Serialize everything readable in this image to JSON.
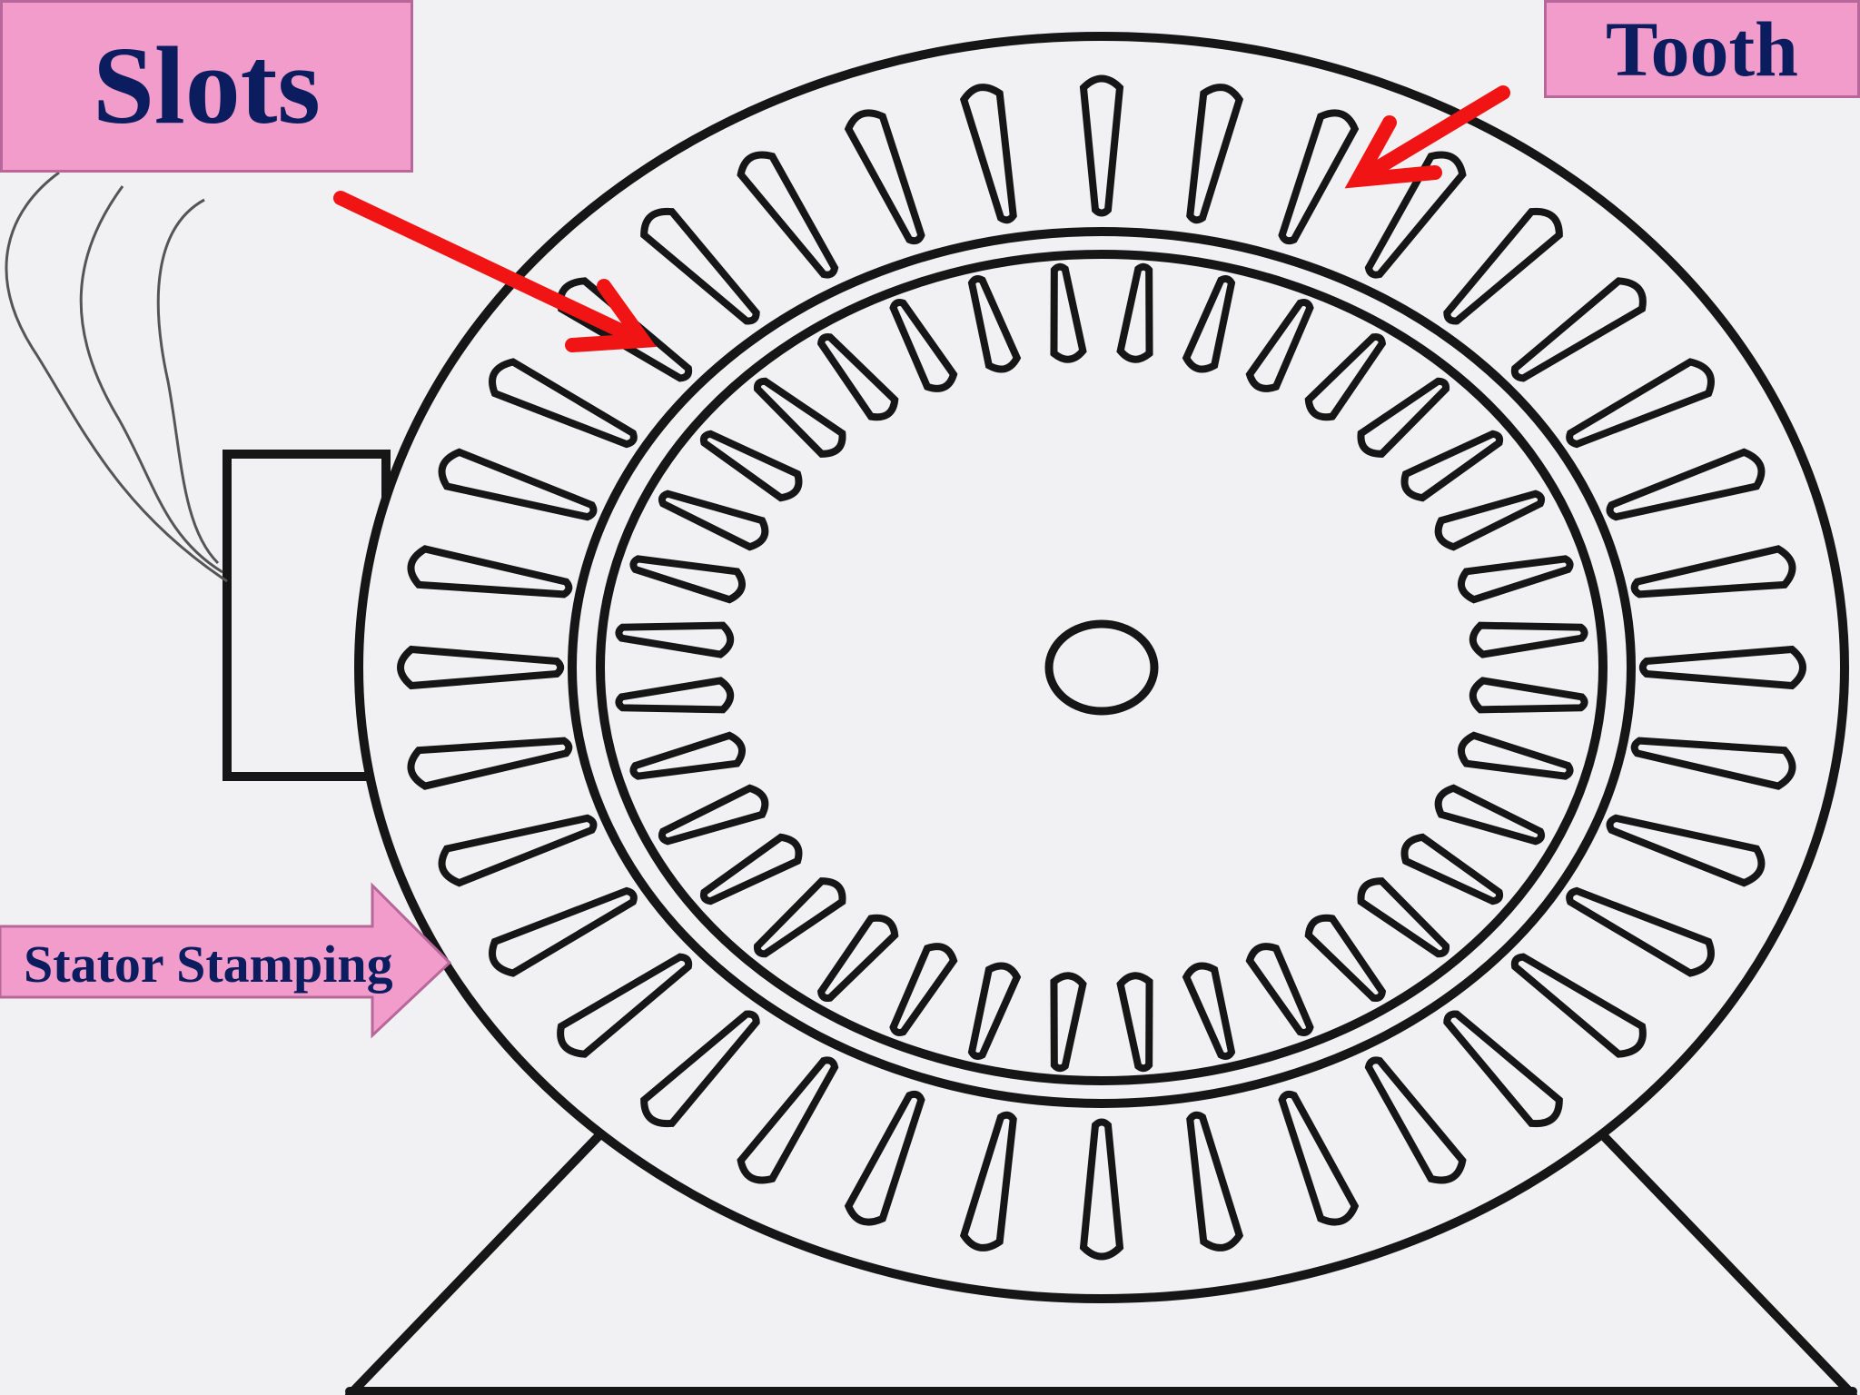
{
  "labels": {
    "slots": "Slots",
    "tooth": "Tooth",
    "stator_stamping": "Stator Stamping"
  },
  "diagram": {
    "slot_count": 36,
    "colors": {
      "background": "#f1f1f3",
      "ink": "#161616",
      "label_fill": "#f29ccb",
      "label_border": "#b7679a",
      "label_text": "#0c1d5f",
      "arrow": "#f01414"
    }
  }
}
